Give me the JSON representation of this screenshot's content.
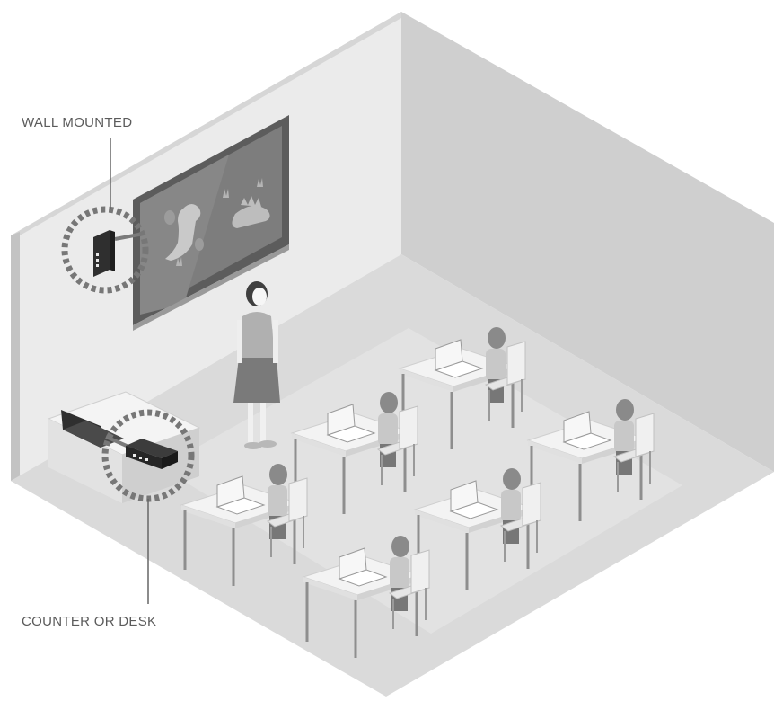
{
  "callouts": {
    "wall_mounted": "WALL MOUNTED",
    "counter_or_desk": "COUNTER OR DESK"
  },
  "scene": {
    "setting": "classroom",
    "students": 6,
    "palette": {
      "left_wall": "#ebebeb",
      "right_wall": "#cfcfcf",
      "floor": "#dadada",
      "display_frame": "#5c5c5c",
      "display_screen": "#7d7d7d",
      "device": "#2f2f2f",
      "callout_ring": "#777777",
      "desk_top": "#f2f2f2"
    }
  }
}
